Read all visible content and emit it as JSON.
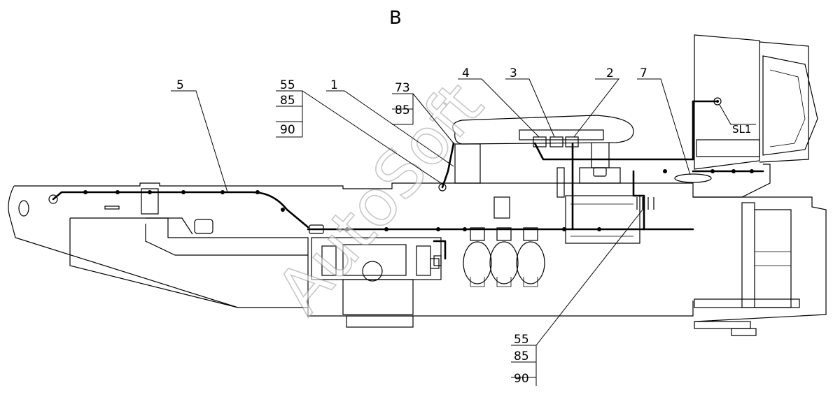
{
  "view_label": "B",
  "watermark": "AutoSoft",
  "callouts": {
    "item_5": "5",
    "item_1": "1",
    "item_4": "4",
    "item_3": "3",
    "item_2": "2",
    "item_7": "7",
    "sensor": "SL1"
  },
  "reference_groups": {
    "left": [
      "55",
      "85",
      "90"
    ],
    "center": [
      "73",
      "85"
    ],
    "bottom": [
      "55",
      "85",
      "90"
    ]
  }
}
